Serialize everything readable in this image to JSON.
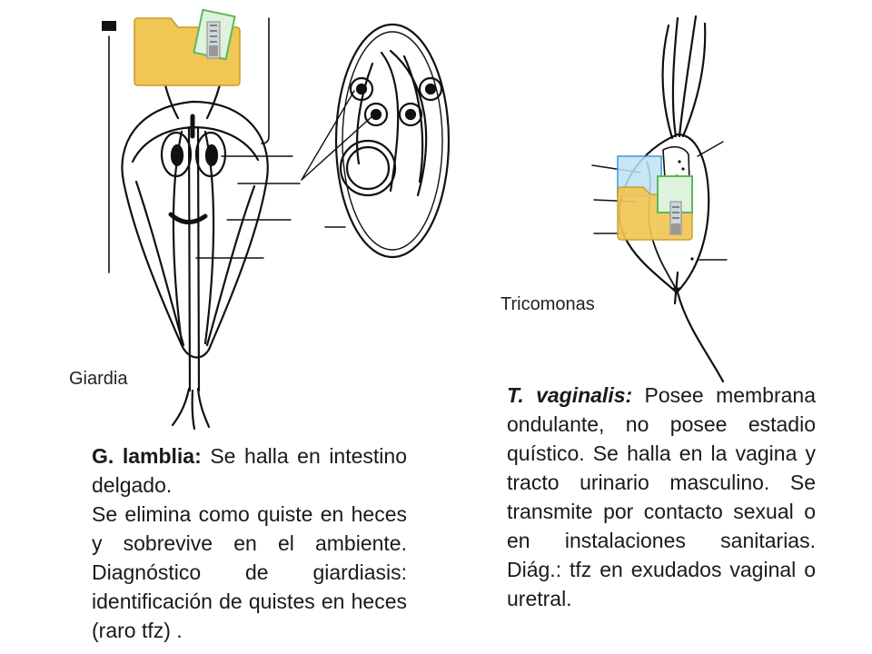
{
  "labels": {
    "giardia": "Giardia",
    "tricomonas": "Tricomonas"
  },
  "lamblia": {
    "name": "G. lamblia:",
    "line1": " Se halla en intestino delgado.",
    "line2": "Se elimina como quiste en heces y sobrevive en el ambiente. Diagnóstico de giardiasis: identificación de quistes en heces (raro tfz) ."
  },
  "vaginalis": {
    "name": "T. vaginalis:",
    "text": " Posee membrana ondulante, no posee estadio quístico. Se halla en la vagina y tracto urinario masculino. Se transmite por contacto sexual o en instalaciones sanitarias. Diág.: tfz en exudados vaginal o uretral."
  },
  "icons": [
    "folder-zip-icon",
    "folder-zip-icon"
  ],
  "colors": {
    "ink": "#1a1a1a",
    "folder": "#f0c654",
    "zip_green": "#5cb85c",
    "zip_blue": "#4aa3df"
  }
}
